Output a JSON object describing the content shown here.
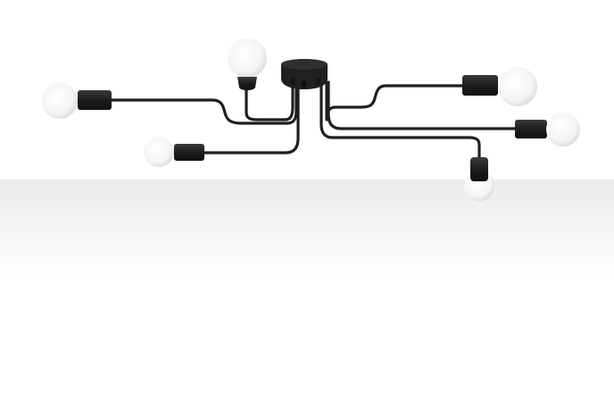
{
  "image": {
    "subject": "Black multi-arm ceiling light with six exposed globe bulbs",
    "alt_text": "Ceiling lamp with six black arms and white globe bulbs",
    "colors": {
      "background": "#ffffff",
      "floor_top": "#e9eaec",
      "metal": "#1e1f21",
      "bulb": "#f7f7f7",
      "bulb_shadow": "#d9dadc"
    },
    "bulb_count": 6
  }
}
